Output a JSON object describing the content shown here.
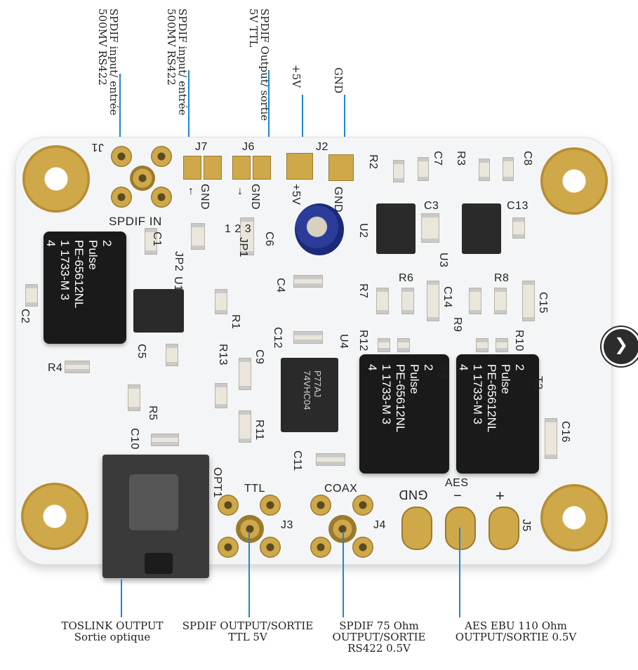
{
  "top_labels": {
    "j1": "SPDIF input/ entrée\n500MV RS422",
    "j7": "SPDIF input/ entrée\n500MV RS422",
    "j6": "SPDIF Output/ sortie\n5V TTL",
    "plus5": "+5V",
    "gnd": "GND"
  },
  "bottom_labels": {
    "toslink": "TOSLINK OUTPUT\nSortie optique",
    "ttl": "SPDIF OUTPUT/SORTIE\nTTL 5V",
    "coax": "SPDIF 75 Ohm\nOUTPUT/SORTIE\nRS422 0.5V",
    "aes": "AES EBU 110 Ohm\nOUTPUT/SORTIE 0.5V"
  },
  "silkscreen": {
    "j1": "J1",
    "j7": "J7",
    "j6": "J6",
    "j2": "J2",
    "spdif_in": "SPDIF IN",
    "gnd_a": "GND",
    "gnd_b": "GND",
    "plus5": "+5V",
    "gnd_c": "GND",
    "r2": "R2",
    "c7": "C7",
    "r3": "R3",
    "c8": "C8",
    "c1": "C1",
    "jp2": "JP2",
    "u1": "U1",
    "jp1_pins": "1 2 3",
    "jp1": "JP1",
    "c6": "C6",
    "u2": "U2",
    "c3": "C3",
    "c13": "C13",
    "u3": "U3",
    "r6": "R6",
    "r8": "R8",
    "c4": "C4",
    "r7": "R7",
    "c14": "C14",
    "r9": "R9",
    "c15": "C15",
    "c2": "C2",
    "r1": "R1",
    "c12": "C12",
    "u4": "U4",
    "r12": "R12",
    "r10": "R10",
    "c5": "C5",
    "r4": "R4",
    "r13": "R13",
    "c9": "C9",
    "t3": "T3",
    "t2": "T2",
    "r5": "R5",
    "r11": "R11",
    "c16": "C16",
    "c10": "C10",
    "c11": "C11",
    "opt1": "OPT1",
    "ttl": "TTL",
    "j3": "J3",
    "coax": "COAX",
    "j4": "J4",
    "gnd_aes": "GND",
    "aes": "AES",
    "minus": "−",
    "plus": "+",
    "j5": "J5",
    "ic_u4": "P77AJ\n74VHC04"
  },
  "transformers": [
    {
      "text": "2\nPulse\nPE-65612NL\n1 1733-M 3\n4"
    },
    {
      "text": "2\nPulse\nPE-65612NL\n1 1733-M 3\n4"
    },
    {
      "text": "2\nPulse\nPE-65612NL\n1 1733-M 3\n4"
    }
  ],
  "nav": {
    "next_glyph": "❯"
  },
  "colors": {
    "leader_line": "#1f86d6",
    "gold_pad": "#cfa84a",
    "board": "#f4f5f6"
  }
}
